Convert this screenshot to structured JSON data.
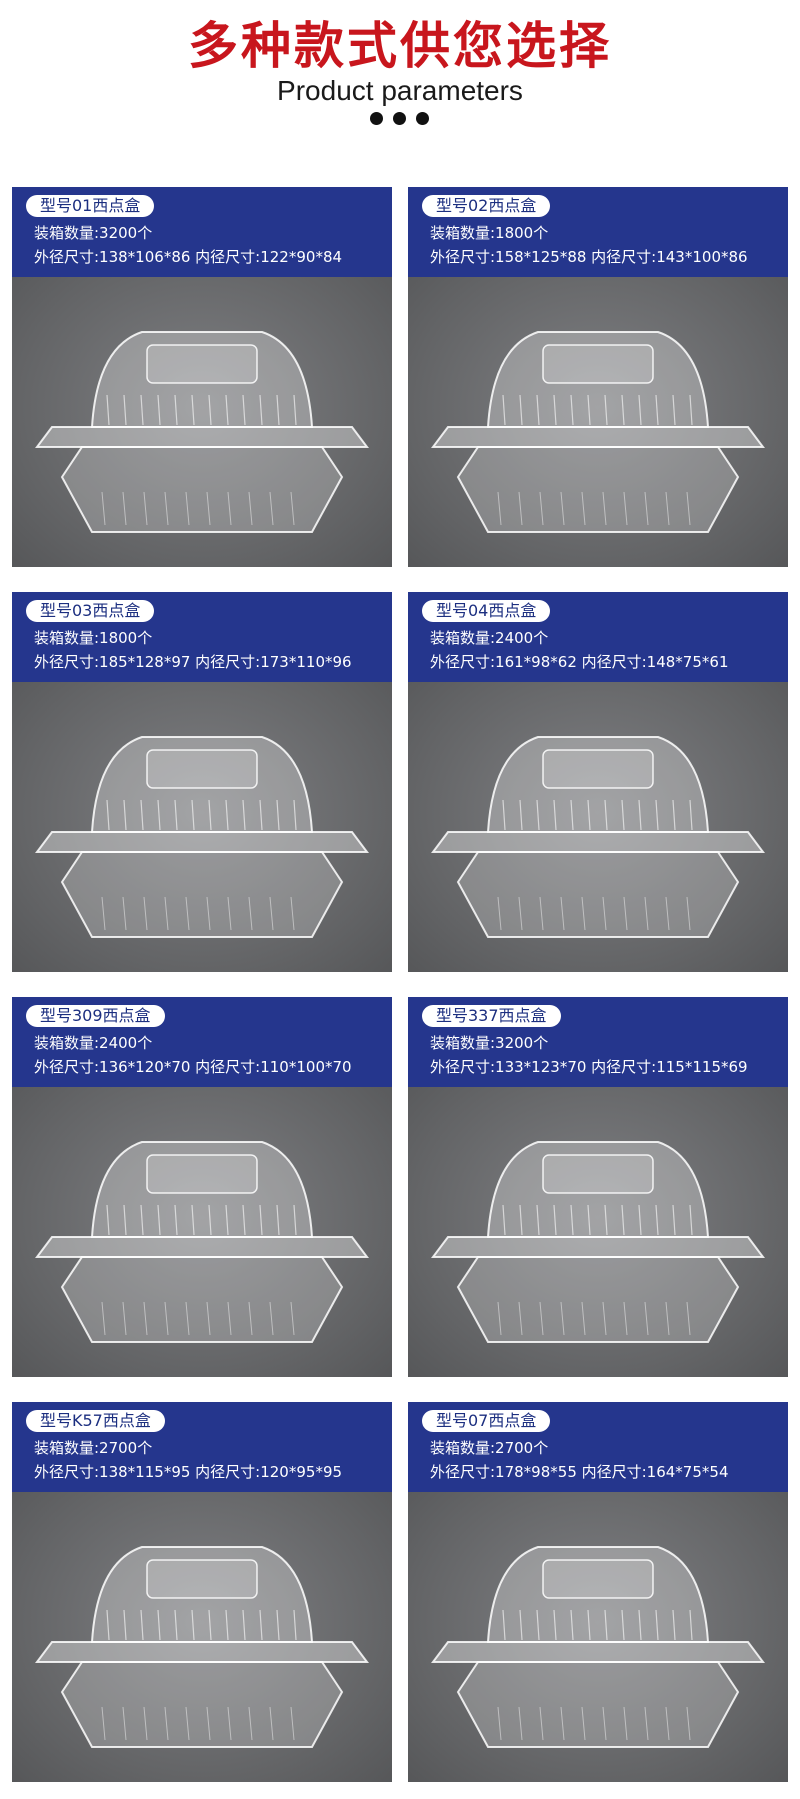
{
  "header": {
    "title_cn": "多种款式供您选择",
    "title_en": "Product parameters"
  },
  "colors": {
    "title_red": "#c8161d",
    "card_blue": "#25368d",
    "badge_text": "#1c2f80",
    "photo_gray": "#6d6e70"
  },
  "products": [
    {
      "model": "型号01西点盒",
      "qty": "装箱数量:3200个",
      "dims": "外径尺寸:138*106*86 内径尺寸:122*90*84",
      "image": "clear-plastic-cake-box-photo"
    },
    {
      "model": "型号02西点盒",
      "qty": "装箱数量:1800个",
      "dims": "外径尺寸:158*125*88 内径尺寸:143*100*86",
      "image": "clear-plastic-cake-box-photo"
    },
    {
      "model": "型号03西点盒",
      "qty": "装箱数量:1800个",
      "dims": "外径尺寸:185*128*97 内径尺寸:173*110*96",
      "image": "clear-plastic-cake-box-photo"
    },
    {
      "model": "型号04西点盒",
      "qty": "装箱数量:2400个",
      "dims": "外径尺寸:161*98*62 内径尺寸:148*75*61",
      "image": "clear-plastic-cake-box-photo"
    },
    {
      "model": "型号309西点盒",
      "qty": "装箱数量:2400个",
      "dims": "外径尺寸:136*120*70 内径尺寸:110*100*70",
      "image": "clear-plastic-cake-box-photo"
    },
    {
      "model": "型号337西点盒",
      "qty": "装箱数量:3200个",
      "dims": "外径尺寸:133*123*70 内径尺寸:115*115*69",
      "image": "clear-plastic-cake-box-photo"
    },
    {
      "model": "型号K57西点盒",
      "qty": "装箱数量:2700个",
      "dims": "外径尺寸:138*115*95 内径尺寸:120*95*95",
      "image": "clear-plastic-cake-box-photo"
    },
    {
      "model": "型号07西点盒",
      "qty": "装箱数量:2700个",
      "dims": "外径尺寸:178*98*55 内径尺寸:164*75*54",
      "image": "clear-plastic-cake-box-photo"
    }
  ]
}
